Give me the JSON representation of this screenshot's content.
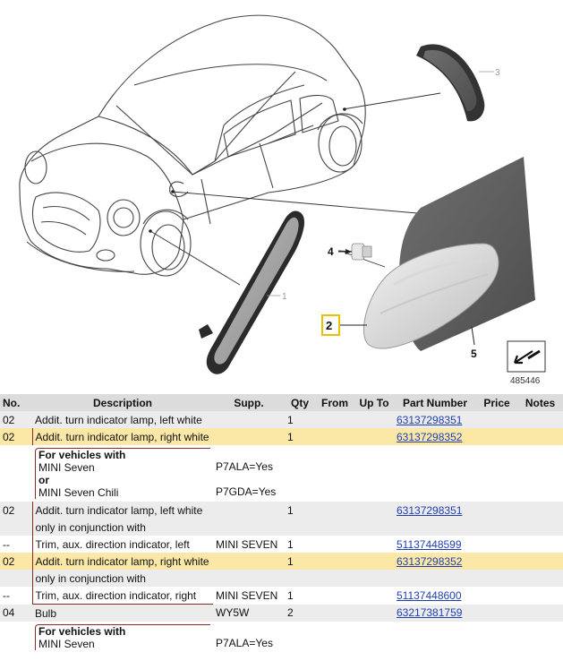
{
  "diagram": {
    "callouts": [
      "1",
      "2",
      "3",
      "4",
      "5"
    ],
    "ref_number": "485446"
  },
  "table": {
    "headers": [
      "No.",
      "Description",
      "Supp.",
      "Qty",
      "From",
      "Up To",
      "Part Number",
      "Price",
      "Notes"
    ],
    "rows": [
      {
        "no": "02",
        "desc": "Addit. turn indicator lamp, left white",
        "supp": "",
        "qty": "1",
        "part": "63137298351"
      },
      {
        "no": "02",
        "desc": "Addit. turn indicator lamp, right white",
        "supp": "",
        "qty": "1",
        "part": "63137298352"
      },
      {
        "cond": {
          "l1": "For vehicles with",
          "l2": "MINI Seven",
          "l3": "or",
          "l4": "MINI Seven Chili",
          "s1": "P7ALA=Yes",
          "s2": "P7GDA=Yes"
        }
      },
      {
        "no": "02",
        "desc": "Addit. turn indicator lamp, left white",
        "supp": "",
        "qty": "1",
        "part": "63137298351"
      },
      {
        "no": "",
        "desc": "only in conjunction with",
        "supp": "",
        "qty": "",
        "part": ""
      },
      {
        "no": "--",
        "desc": "Trim, aux. direction indicator, left",
        "supp": "MINI SEVEN",
        "qty": "1",
        "part": "51137448599"
      },
      {
        "no": "02",
        "desc": "Addit. turn indicator lamp, right white",
        "supp": "",
        "qty": "1",
        "part": "63137298352"
      },
      {
        "no": "",
        "desc": "only in conjunction with",
        "supp": "",
        "qty": "",
        "part": ""
      },
      {
        "no": "--",
        "desc": "Trim, aux. direction indicator, right",
        "supp": "MINI SEVEN",
        "qty": "1",
        "part": "51137448600"
      },
      {
        "no": "04",
        "desc": "Bulb",
        "supp": "WY5W",
        "qty": "2",
        "part": "63217381759"
      },
      {
        "cond": {
          "l1": "For vehicles with",
          "l2": "MINI Seven",
          "s2": "P7ALA=Yes"
        }
      }
    ]
  }
}
